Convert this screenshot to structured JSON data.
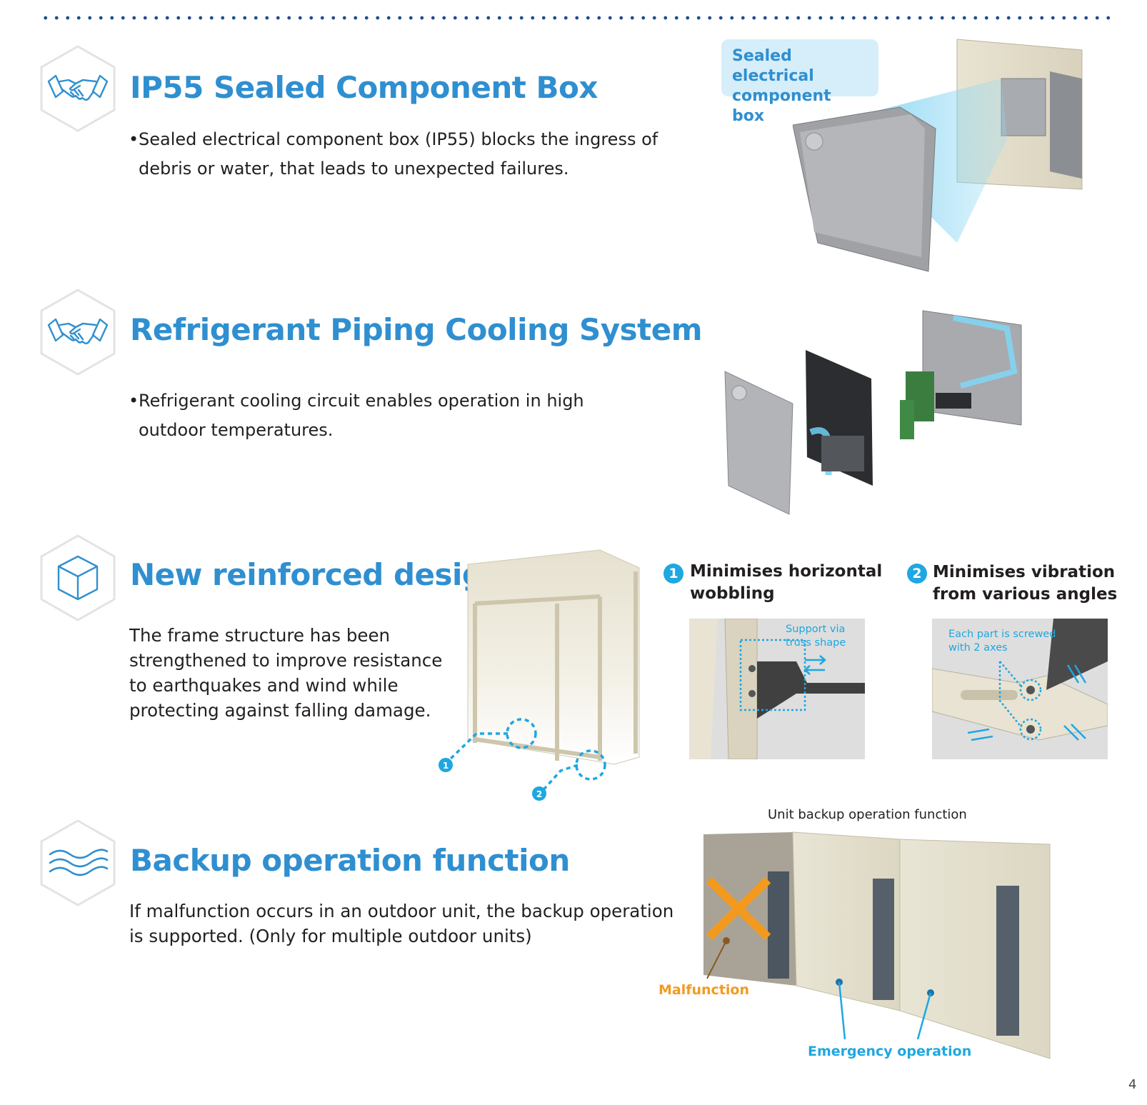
{
  "sections": [
    {
      "title": "IP55 Sealed Component Box",
      "icon": "handshake-icon",
      "bullet": "•",
      "lines": [
        "Sealed electrical component box (IP55) blocks the ingress of",
        "debris or water, that leads to unexpected failures."
      ],
      "callout": [
        "Sealed electrical",
        "component box"
      ]
    },
    {
      "title": "Refrigerant Piping Cooling System",
      "icon": "handshake-icon",
      "bullet": "•",
      "lines": [
        "Refrigerant cooling circuit enables operation in high",
        "outdoor temperatures."
      ]
    },
    {
      "title": "New reinforced design",
      "icon": "cube-icon",
      "lines": [
        "The frame structure has been",
        "strengthened to improve resistance",
        "to earthquakes and wind while",
        "protecting against falling damage."
      ],
      "features": [
        {
          "num": "1",
          "lines": [
            "Minimises horizontal",
            "wobbling"
          ],
          "note": [
            "Support via",
            "truss shape"
          ]
        },
        {
          "num": "2",
          "lines": [
            "Minimises vibration",
            "from various angles"
          ],
          "note": [
            "Each part is screwed",
            "with 2 axes"
          ]
        }
      ]
    },
    {
      "title": "Backup operation function",
      "icon": "waves-icon",
      "lines": [
        "If malfunction occurs in an outdoor unit, the backup operation",
        "is supported. (Only for multiple outdoor units)"
      ],
      "caption": "Unit backup operation function",
      "malfunction_label": "Malfunction",
      "emergency_label": "Emergency operation"
    }
  ],
  "page_number": "4",
  "colors": {
    "title_blue": "#2f8fd0",
    "accent_cyan": "#1ea7e1",
    "malfunction_orange": "#f39a1e",
    "dots_navy": "#1f4e8c"
  }
}
